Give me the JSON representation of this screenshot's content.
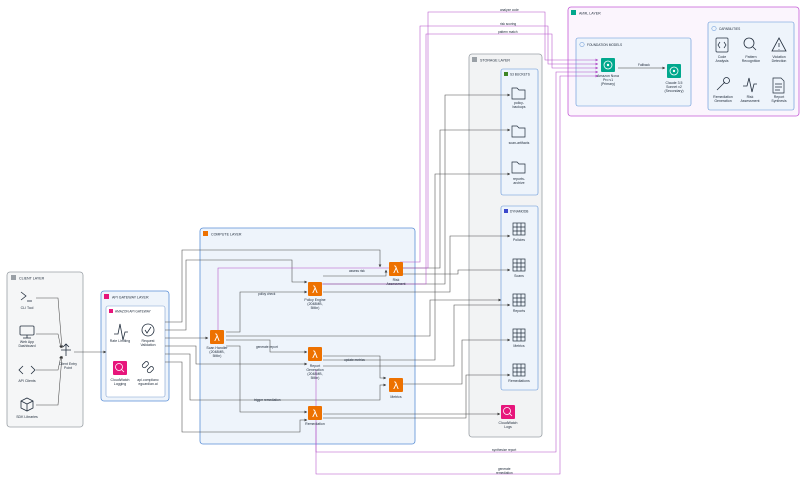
{
  "layers": {
    "client": "CLIENT LAYER",
    "api": "API GATEWAY LAYER",
    "api_inner": "AMAZON API GATEWAY",
    "compute": "COMPUTE LAYER",
    "storage": "STORAGE LAYER",
    "s3": "S3 BUCKETS",
    "dynamodb": "DYNAMODB",
    "ai": "AI/ML LAYER",
    "foundation": "FOUNDATION MODELS",
    "capabilities": "CAPABILITIES"
  },
  "client": {
    "cli": "CLI Tool",
    "webapp_1": "Web App",
    "webapp_2": "Dashboard",
    "api_clients": "API Clients",
    "sdk": "SDK Libraries",
    "entry_1": "Client Entry",
    "entry_2": "Point"
  },
  "api": {
    "rate_limiting": "Rate Limiting",
    "request_1": "Request",
    "request_2": "Validation",
    "cw_1": "CloudWatch",
    "cw_2": "Logging",
    "route_1": "api.complianc",
    "route_2": "eguardian.ai"
  },
  "compute": {
    "scan_1": "Scan Handler",
    "scan_2": "(2048MB,",
    "scan_3": "5Min)",
    "policy_1": "Policy Engine",
    "policy_2": "(2048MB,",
    "policy_3": "5Min)",
    "report_1": "Report",
    "report_2": "Generation",
    "report_3": "(2048MB,",
    "report_4": "5Min)",
    "remediation": "Remediation",
    "risk_1": "Risk",
    "risk_2": "Assessment",
    "metrics": "Metrics"
  },
  "storage": {
    "b1_1": "policy-",
    "b1_2": "backups",
    "b2": "scan-artifacts",
    "b3_1": "reports-",
    "b3_2": "archive",
    "t1": "Policies",
    "t2": "Scans",
    "t3": "Reports",
    "t4": "Metrics",
    "t5": "Remediations",
    "cwlogs_1": "CloudWatch",
    "cwlogs_2": "Logs"
  },
  "ai": {
    "nova_1": "Amazon Nova",
    "nova_2": "Pro v1",
    "nova_3": "(Primary)",
    "claude_1": "Claude 3.5",
    "claude_2": "Sonnet v2",
    "claude_3": "(Secondary)",
    "fallback": "Fallback",
    "cap_code_1": "Code",
    "cap_code_2": "Analysis",
    "cap_pattern_1": "Pattern",
    "cap_pattern_2": "Recognition",
    "cap_violation_1": "Violation",
    "cap_violation_2": "Detection",
    "cap_remed_1": "Remediation",
    "cap_remed_2": "Generation",
    "cap_risk_1": "Risk",
    "cap_risk_2": "Assessment",
    "cap_report_1": "Report",
    "cap_report_2": "Synthesis"
  },
  "edges": {
    "analyze_code": "analyze code",
    "risk_scoring": "risk scoring",
    "pattern_match": "pattern match",
    "policy_check": "policy check",
    "assess_risk": "assess risk",
    "generate_report": "generate report",
    "update_metrics": "update metrics",
    "trigger_remediation": "trigger remediation",
    "synthesize_report": "synthesize report",
    "generate_remediation_1": "generate",
    "generate_remediation_2": "remediation"
  },
  "colors": {
    "lambda": "#ed7100",
    "bedrock": "#01a88d",
    "cloudwatch": "#e7157b",
    "api_gateway": "#e7157b",
    "compute_fill": "#eef4fb",
    "ai_border": "#c55bd6",
    "edge": "#4a4a4a"
  }
}
